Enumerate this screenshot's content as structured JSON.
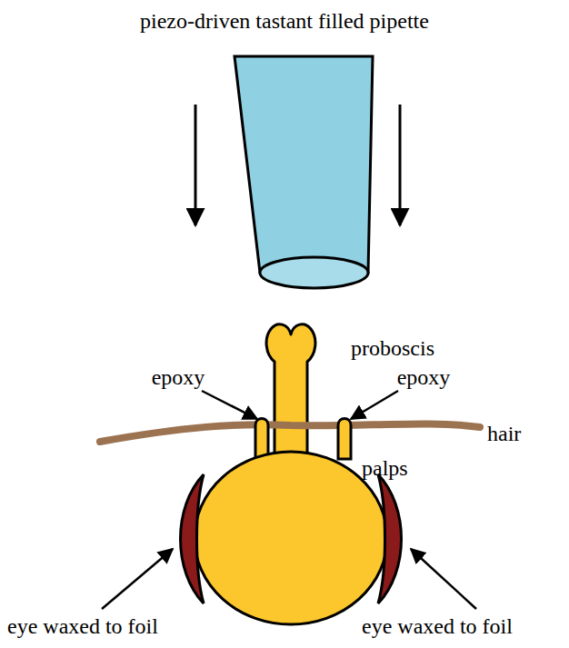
{
  "diagram": {
    "labels": [
      "piezo-driven tastant filled pipette",
      "proboscis",
      "epoxy",
      "epoxy",
      "hair",
      "palps",
      "eye waxed to foil",
      "eye waxed to foil"
    ]
  }
}
